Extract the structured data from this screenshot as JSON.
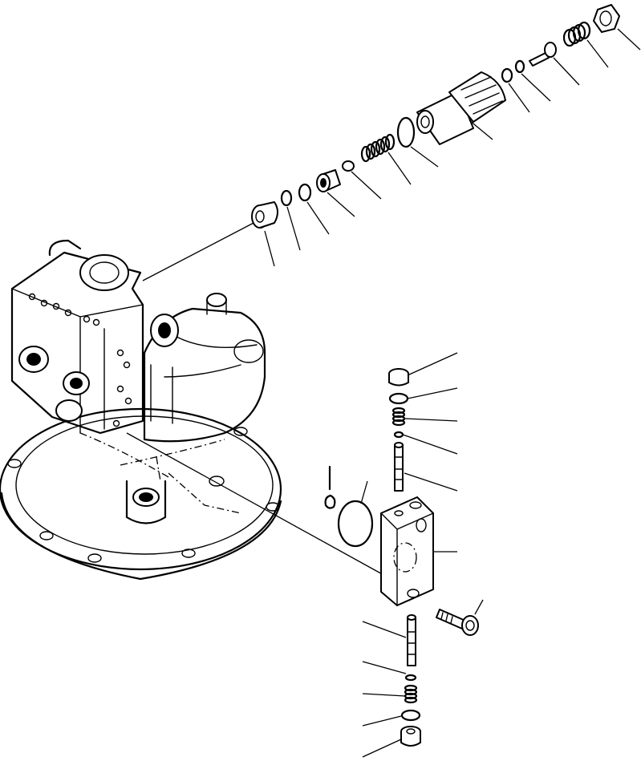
{
  "diagram": {
    "kind": "exploded-parts-view",
    "background": "#ffffff",
    "line_color": "#000000",
    "assembly": "swing-motor-with-relief-valve",
    "callout_groups": {
      "upper_relief_valve_parts": 12,
      "lower_valve_block_parts": 12
    }
  }
}
